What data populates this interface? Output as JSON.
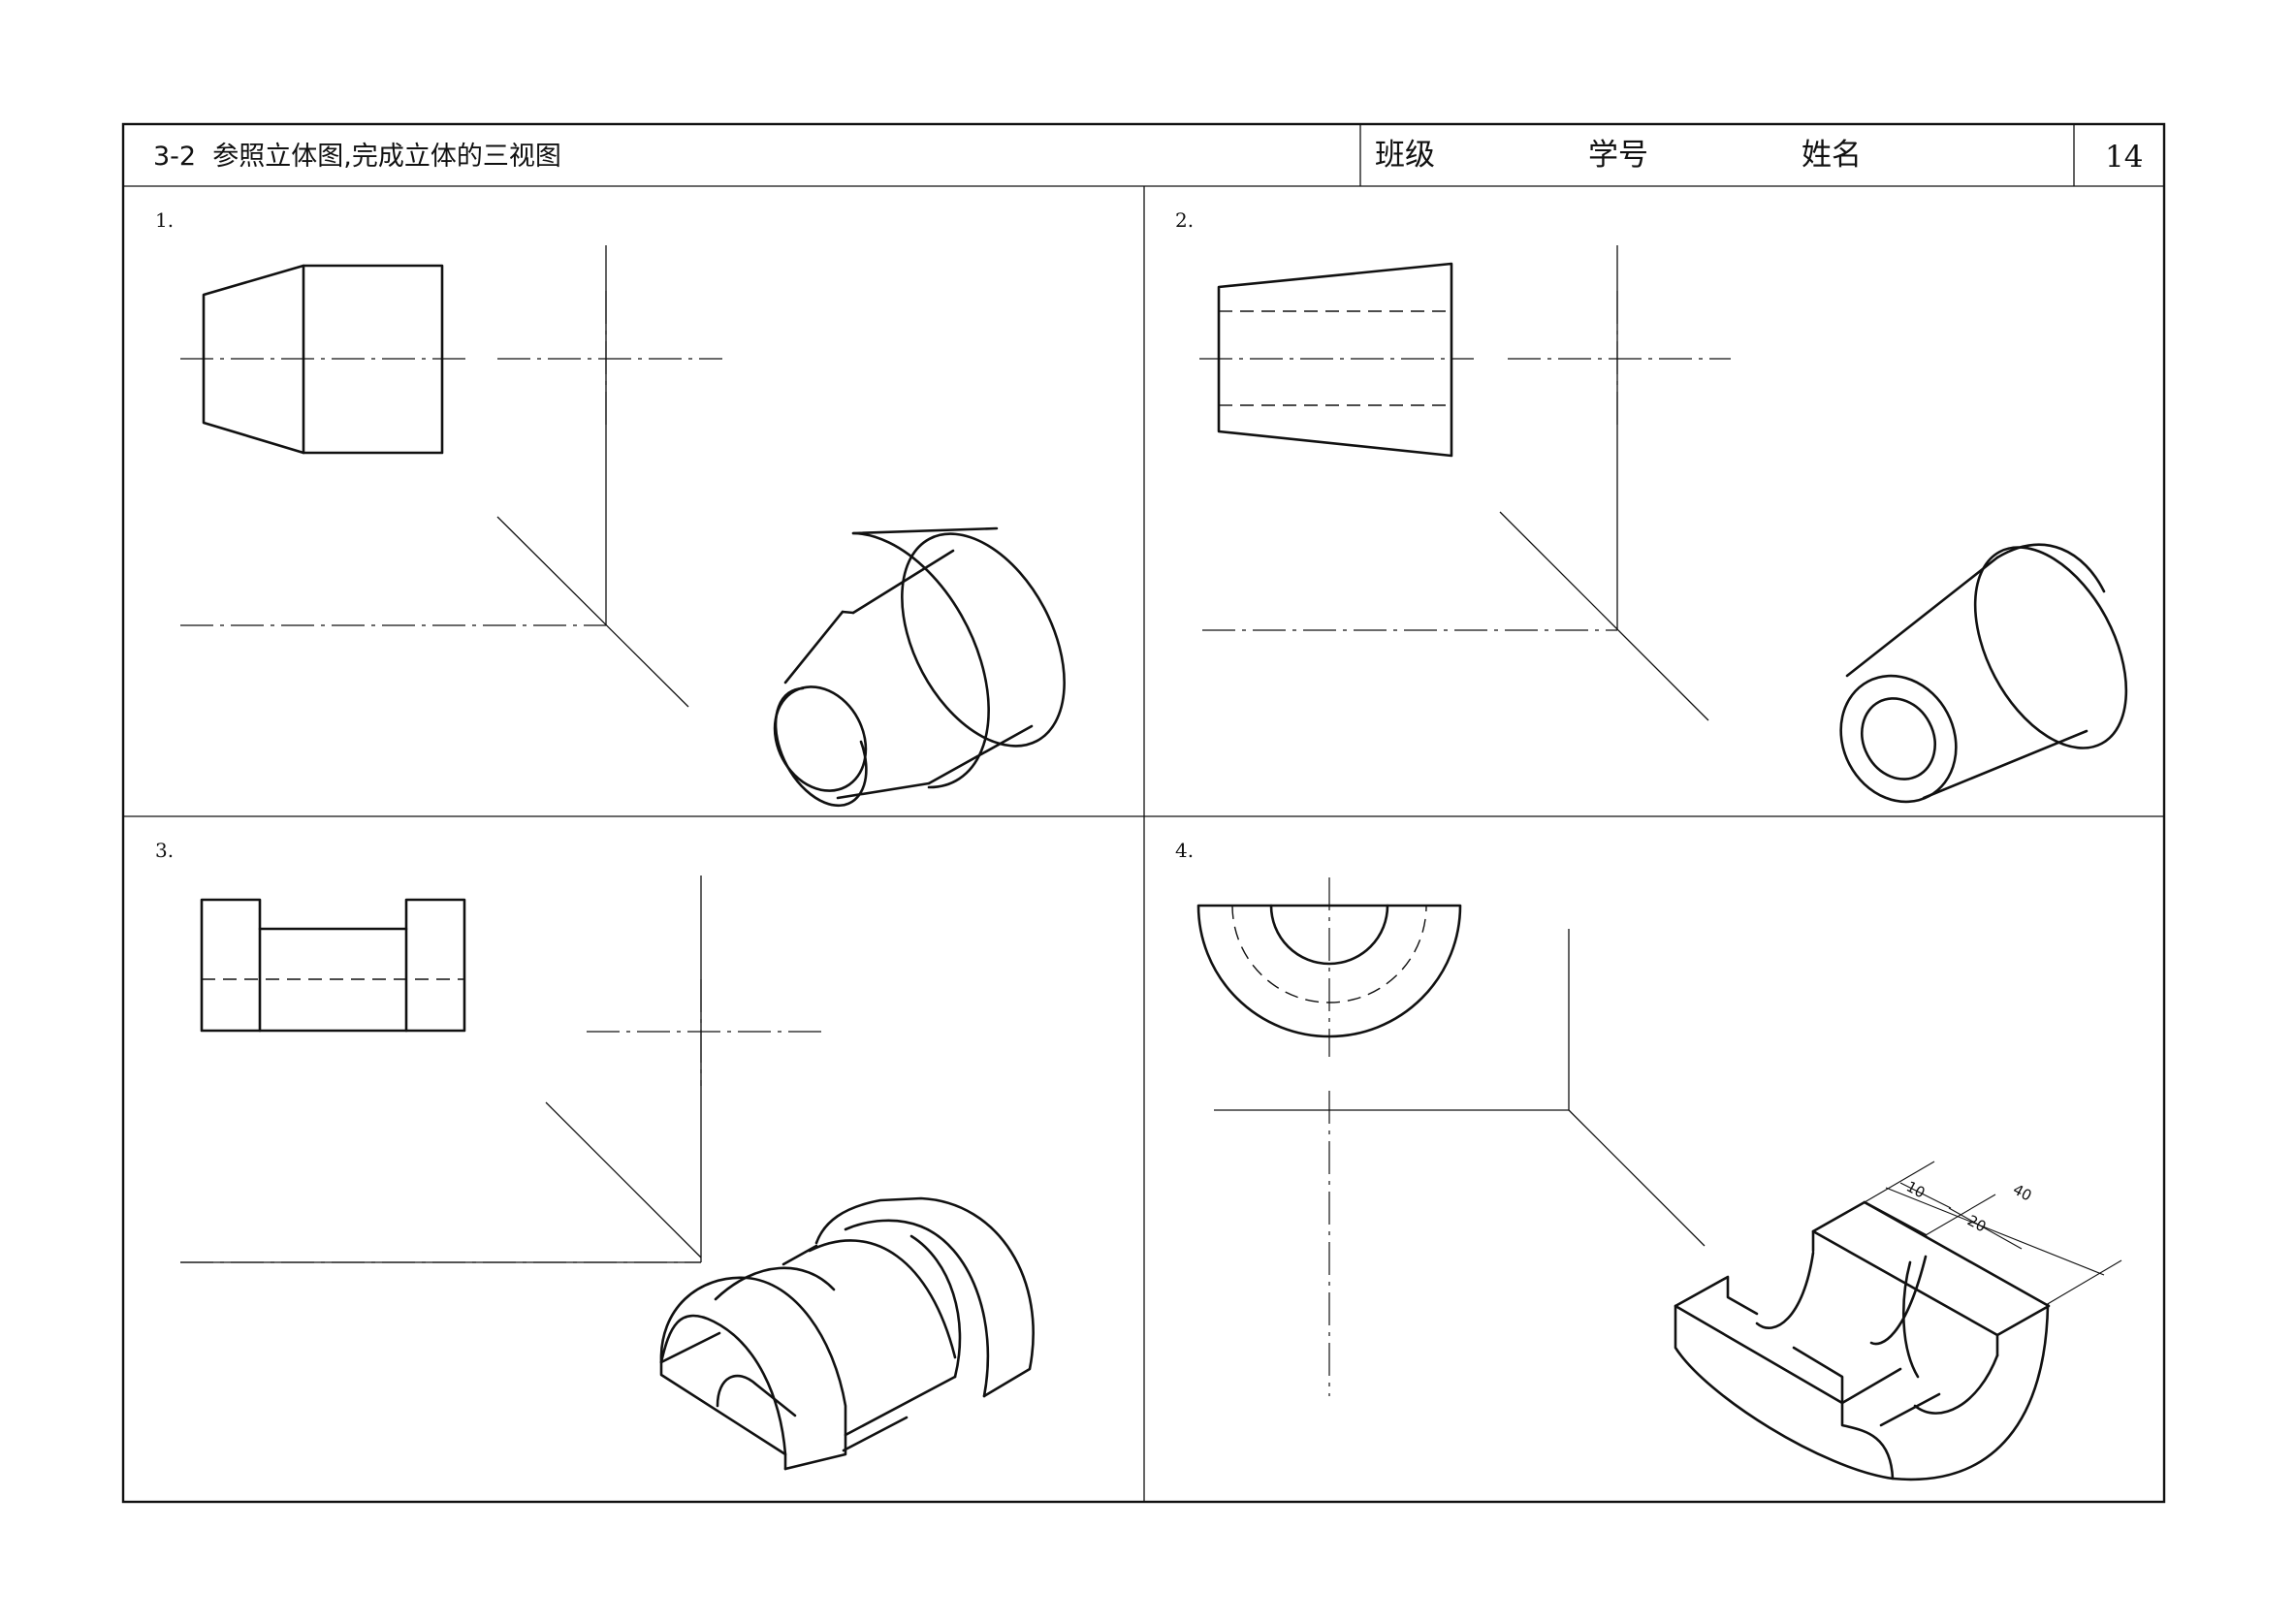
{
  "header": {
    "exercise_title": "3-2  参照立体图,完成立体的三视图",
    "class_label": "班级",
    "student_id_label": "学号",
    "name_label": "姓名",
    "page_number": "14"
  },
  "problems": [
    {
      "number": "1."
    },
    {
      "number": "2."
    },
    {
      "number": "3."
    },
    {
      "number": "4."
    }
  ],
  "dimensions": {
    "dim_10": "10",
    "dim_20": "20",
    "dim_40": "40"
  }
}
